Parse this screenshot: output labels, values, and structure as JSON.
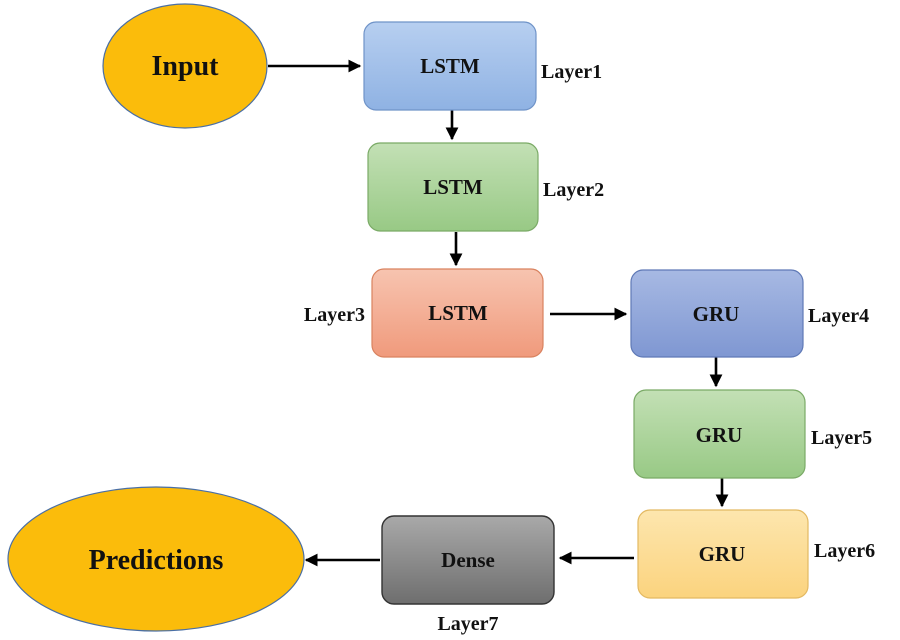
{
  "nodes": {
    "input": {
      "text": "Input",
      "fill": "#fbbc0b",
      "stroke": "#4a6fa5"
    },
    "lstm1": {
      "text": "LSTM",
      "fill_top": "#b7cff0",
      "fill_bottom": "#8fb2e3",
      "stroke": "#6f93c8",
      "layer": "Layer1"
    },
    "lstm2": {
      "text": "LSTM",
      "fill_top": "#c3e0b5",
      "fill_bottom": "#98c985",
      "stroke": "#7aaa66",
      "layer": "Layer2"
    },
    "lstm3": {
      "text": "LSTM",
      "fill_top": "#f7c4b0",
      "fill_bottom": "#f09a7c",
      "stroke": "#d9825f",
      "layer": "Layer3"
    },
    "gru4": {
      "text": "GRU",
      "fill_top": "#a7b9e3",
      "fill_bottom": "#7f97d2",
      "stroke": "#5f79b6",
      "layer": "Layer4"
    },
    "gru5": {
      "text": "GRU",
      "fill_top": "#c3e0b5",
      "fill_bottom": "#98c985",
      "stroke": "#7aaa66",
      "layer": "Layer5"
    },
    "gru6": {
      "text": "GRU",
      "fill_top": "#fde6ae",
      "fill_bottom": "#fbd37e",
      "stroke": "#e3b962",
      "layer": "Layer6"
    },
    "dense": {
      "text": "Dense",
      "fill_top": "#a9a9a9",
      "fill_bottom": "#6e6e6e",
      "stroke": "#333333",
      "layer": "Layer7"
    },
    "predictions": {
      "text": "Predictions",
      "fill": "#fbbc0b",
      "stroke": "#4a6fa5"
    }
  },
  "edges": [
    [
      "input",
      "lstm1"
    ],
    [
      "lstm1",
      "lstm2"
    ],
    [
      "lstm2",
      "lstm3"
    ],
    [
      "lstm3",
      "gru4"
    ],
    [
      "gru4",
      "gru5"
    ],
    [
      "gru5",
      "gru6"
    ],
    [
      "gru6",
      "dense"
    ],
    [
      "dense",
      "predictions"
    ]
  ]
}
